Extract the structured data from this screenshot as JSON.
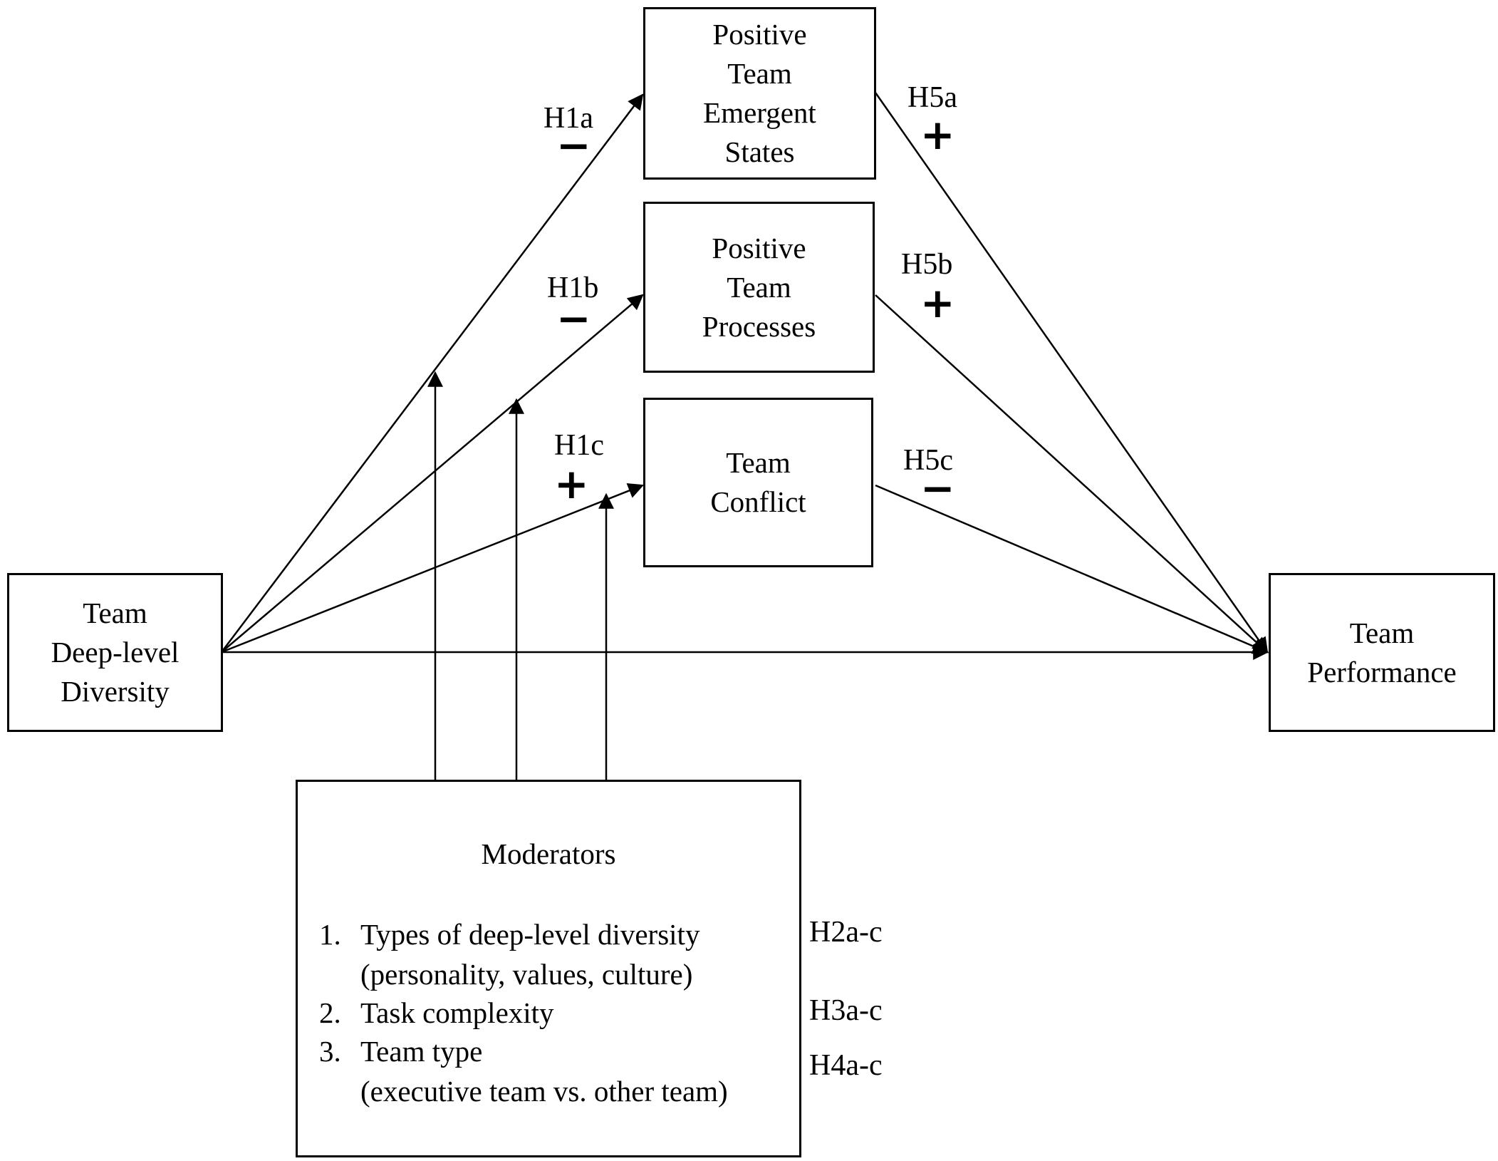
{
  "nodes": {
    "diversity": {
      "lines": [
        "Team",
        "Deep-level",
        "Diversity"
      ]
    },
    "emergent_states": {
      "lines": [
        "Positive",
        "Team",
        "Emergent",
        "States"
      ]
    },
    "processes": {
      "lines": [
        "Positive",
        "Team",
        "Processes"
      ]
    },
    "conflict": {
      "lines": [
        "Team",
        "Conflict"
      ]
    },
    "performance": {
      "lines": [
        "Team",
        "Performance"
      ]
    }
  },
  "paths": {
    "h1a": {
      "label": "H1a",
      "sign": "−"
    },
    "h1b": {
      "label": "H1b",
      "sign": "−"
    },
    "h1c": {
      "label": "H1c",
      "sign": "+"
    },
    "h5a": {
      "label": "H5a",
      "sign": "+"
    },
    "h5b": {
      "label": "H5b",
      "sign": "+"
    },
    "h5c": {
      "label": "H5c",
      "sign": "−"
    }
  },
  "moderators": {
    "title": "Moderators",
    "items": [
      {
        "number": "1.",
        "line1": "Types of deep-level diversity",
        "line2": "(personality, values, culture)",
        "hypothesis": "H2a-c"
      },
      {
        "number": "2.",
        "line1": "Task complexity",
        "line2": "",
        "hypothesis": "H3a-c"
      },
      {
        "number": "3.",
        "line1": "Team type",
        "line2": "(executive team vs. other team)",
        "hypothesis": "H4a-c"
      }
    ]
  }
}
